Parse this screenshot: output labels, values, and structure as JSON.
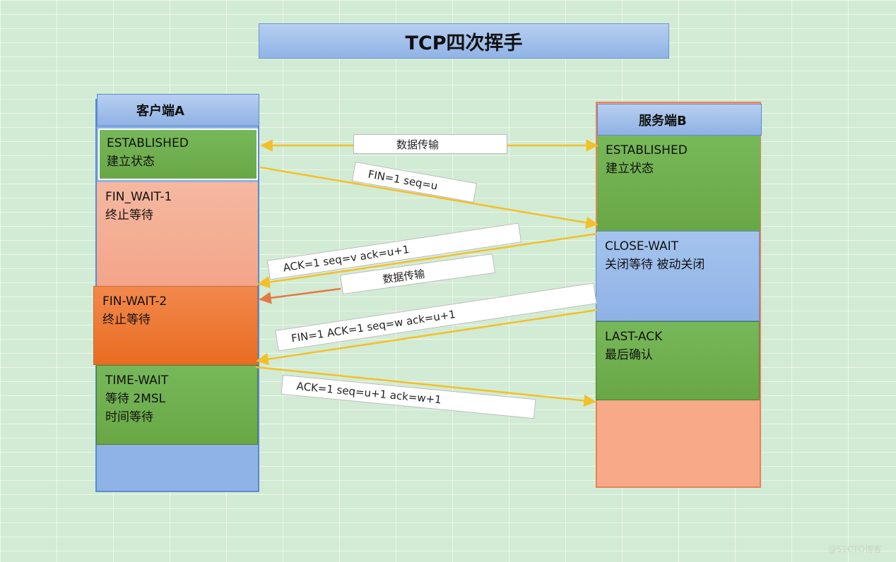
{
  "title": "TCP四次挥手",
  "client": {
    "header": "客户端A",
    "states": [
      {
        "name": "ESTABLISHED",
        "desc": "建立状态"
      },
      {
        "name": "FIN_WAIT-1",
        "desc": "终止等待"
      },
      {
        "name": "FIN-WAIT-2",
        "desc": "终止等待"
      },
      {
        "name": "TIME-WAIT",
        "desc1": "等待 2MSL",
        "desc2": "时间等待"
      }
    ]
  },
  "server": {
    "header": "服务端B",
    "states": [
      {
        "name": "ESTABLISHED",
        "desc": "建立状态"
      },
      {
        "name": "CLOSE-WAIT",
        "desc": "关闭等待 被动关闭"
      },
      {
        "name": "LAST-ACK",
        "desc": "最后确认"
      }
    ]
  },
  "messages": [
    {
      "label": "数据传输",
      "direction": "both"
    },
    {
      "label": "FIN=1  seq=u",
      "direction": "A→B"
    },
    {
      "label": "ACK=1 seq=v ack=u+1",
      "direction": "B→A"
    },
    {
      "label": "数据传输",
      "direction": "B→A"
    },
    {
      "label": "FIN=1 ACK=1 seq=w  ack=u+1",
      "direction": "B→A"
    },
    {
      "label": "ACK=1 seq=u+1 ack=w+1",
      "direction": "A→B"
    }
  ],
  "watermark": "@51CTO博客",
  "colors": {
    "arrow": "#f2c029",
    "arrow_data": "#e27a44",
    "green": "#6aaa48",
    "orange": "#ee7a33",
    "blue": "#8fb3e4",
    "salmon": "#f8a988"
  }
}
